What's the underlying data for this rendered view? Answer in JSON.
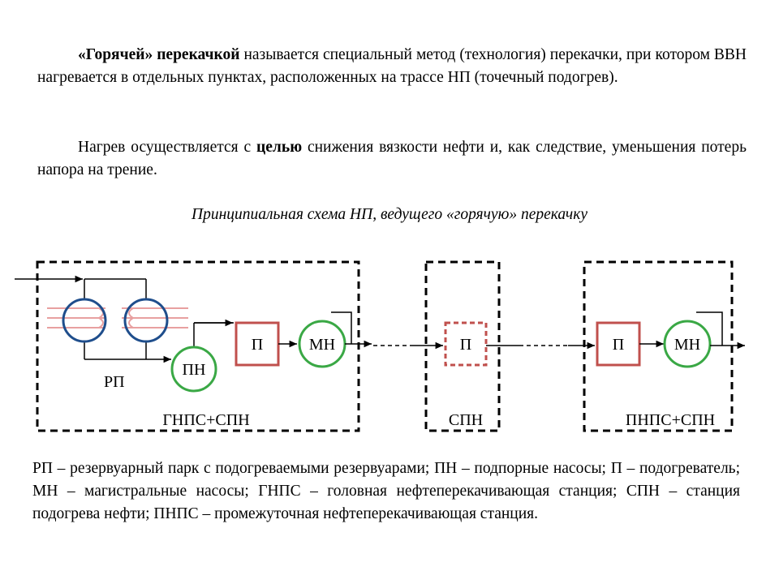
{
  "paragraph1": {
    "bold1": "«Горячей» перекачкой",
    "text1": " называется специальный метод (технология) перекачки, при котором ВВН нагревается в отдельных пунктах, расположенных на трассе НП (точечный подогрев)."
  },
  "paragraph2": {
    "text1": "Нагрев осуществляется с ",
    "bold1": "целью",
    "text2": " снижения вязкости нефти и, как следствие, уменьшения потерь напора на трение."
  },
  "caption": "Принципиальная схема НП, ведущего «горячую» перекачку",
  "diagram": {
    "labels": {
      "rp": "РП",
      "pn": "ПН",
      "p1": "П",
      "mn1": "МН",
      "p2": "П",
      "p3": "П",
      "mn2": "МН",
      "gnps": "ГНПС+СПН",
      "spn": "СПН",
      "pnps": "ПНПС+СПН"
    },
    "colors": {
      "tank": "#1f4e8c",
      "heater_coil": "#e8a0a0",
      "heater_box": "#c0504d",
      "pump": "#3aa845",
      "line": "#000000"
    }
  },
  "legend": "РП – резервуарный парк с подогреваемыми резервуарами; ПН – подпорные насосы; П – подогреватель; МН – магистральные насосы; ГНПС – головная нефтеперекачивающая станция; СПН – станция подогрева нефти; ПНПС – промежуточная нефтеперекачивающая станция."
}
